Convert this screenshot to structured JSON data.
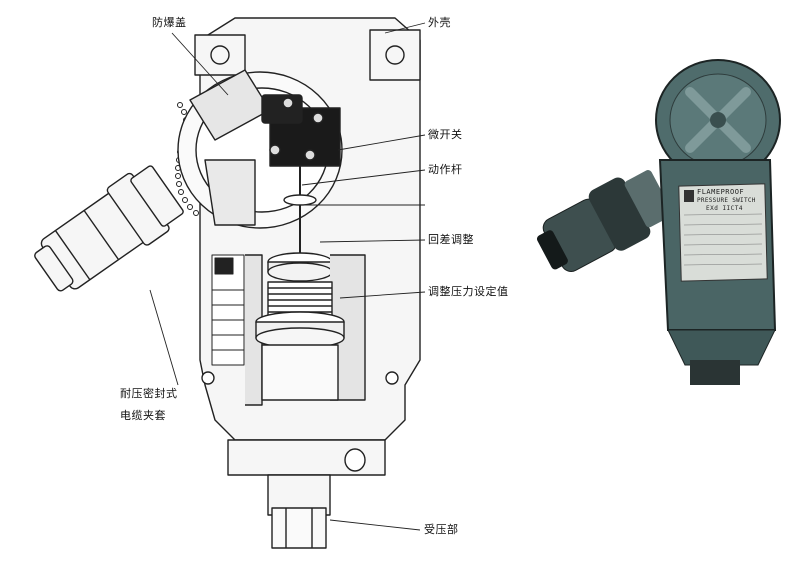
{
  "labels": {
    "explosion_cover": "防爆盖",
    "housing": "外壳",
    "micro_switch": "微开关",
    "actuator_rod": "动作杆",
    "differential_adjust": "回差调整",
    "setpoint_adjust": "调整压力设定值",
    "cable_gland_line1": "耐压密封式",
    "cable_gland_line2": "电缆夹套",
    "pressure_port": "受压部"
  },
  "nameplate": {
    "brand": "FLAMEPROOF",
    "subtitle": "PRESSURE SWITCH",
    "model": "EXd IICT4"
  },
  "colors": {
    "body_fill": "#f4f4f4",
    "outline": "#222222",
    "photo_body": "#4f6c6c",
    "photo_dark": "#1c2424"
  }
}
